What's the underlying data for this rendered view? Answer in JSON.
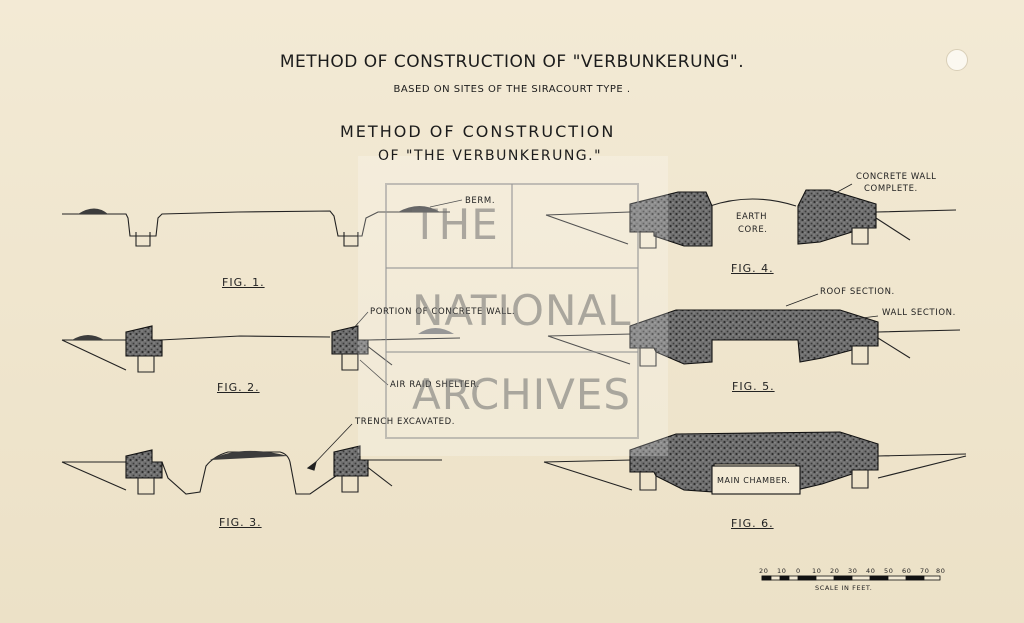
{
  "titles": {
    "main": "METHOD OF CONSTRUCTION OF \"VERBUNKERUNG\".",
    "based": "BASED ON SITES OF THE SIRACOURT TYPE .",
    "sub_line1": "METHOD OF CONSTRUCTION",
    "sub_line2": "OF \"THE VERBUNKERUNG.\""
  },
  "figures": {
    "fig1": "FIG. 1.",
    "fig2": "FIG. 2.",
    "fig3": "FIG. 3.",
    "fig4": "FIG. 4.",
    "fig5": "FIG. 5.",
    "fig6": "FIG. 6."
  },
  "labels": {
    "berm": "BERM.",
    "portion": "PORTION OF CONCRETE WALL.",
    "shelter": "AIR RAID SHELTER.",
    "trench": "TRENCH EXCAVATED.",
    "earth": "EARTH",
    "core": "CORE.",
    "concrete_wall_1": "CONCRETE WALL",
    "concrete_wall_2": "COMPLETE.",
    "roof": "ROOF SECTION.",
    "wall": "WALL SECTION.",
    "chamber": "MAIN CHAMBER."
  },
  "scale": {
    "ticks": [
      "20",
      "10",
      "0",
      "10",
      "20",
      "30",
      "40",
      "50",
      "60",
      "70",
      "80"
    ],
    "caption": "SCALE  IN  FEET."
  },
  "watermark": {
    "line1": "THE",
    "line2": "NATIONAL",
    "line3": "ARCHIVES"
  },
  "colors": {
    "paper": "#f1e8d2",
    "ink": "#1c1c1c",
    "concrete": "#5c5c5c",
    "watermark": "#8a8a8a"
  }
}
